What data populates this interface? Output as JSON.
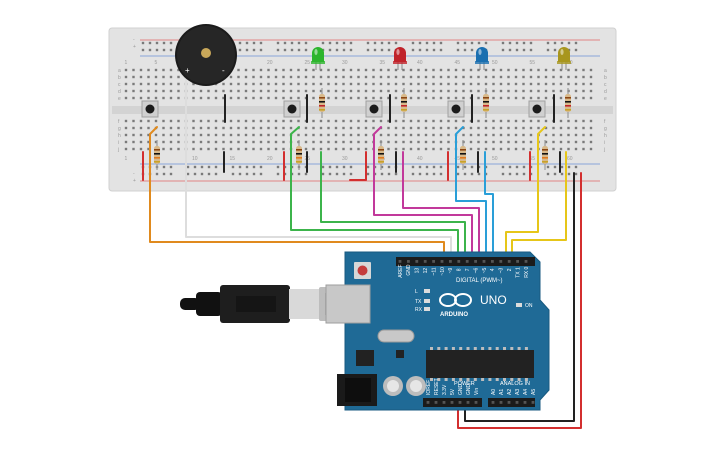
{
  "breadboard": {
    "column_numbers": [
      "1",
      "5",
      "10",
      "15",
      "20",
      "25",
      "30",
      "35",
      "40",
      "45",
      "50",
      "55",
      "60"
    ],
    "row_letters_top": [
      "a",
      "b",
      "c",
      "d",
      "e"
    ],
    "row_letters_bottom": [
      "f",
      "g",
      "h",
      "i",
      "j"
    ],
    "rail_plus": "+",
    "rail_minus": "-"
  },
  "buzzer": {
    "plus": "+",
    "minus": "-"
  },
  "leds": [
    {
      "color": "#2db52d"
    },
    {
      "color": "#c0232a"
    },
    {
      "color": "#1a6fb0"
    },
    {
      "color": "#a8961e"
    }
  ],
  "wires": {
    "orange": "#e08a1e",
    "white": "#dddddd",
    "green": "#3cb44b",
    "magenta": "#c2399b",
    "blue": "#2a9fd8",
    "yellow": "#e6c619",
    "red": "#d32f2f",
    "black": "#222222"
  },
  "arduino": {
    "brand": "ARDUINO",
    "model": "UNO",
    "digital_label": "DIGITAL (PWM~)",
    "power_label": "POWER",
    "analog_label": "ANALOG IN",
    "on_label": "ON",
    "tx_label": "TX",
    "rx_label": "RX",
    "l_label": "L",
    "digital_pins": [
      "AREF",
      "GND",
      "13",
      "12",
      "~11",
      "~10",
      "~9",
      "8",
      "7",
      "~6",
      "~5",
      "4",
      "~3",
      "2",
      "TX 1",
      "RX 0"
    ],
    "power_pins": [
      "IOREF",
      "RESET",
      "3.3V",
      "5V",
      "GND",
      "GND",
      "Vin"
    ],
    "analog_pins": [
      "A0",
      "A1",
      "A2",
      "A3",
      "A4",
      "A5"
    ]
  }
}
